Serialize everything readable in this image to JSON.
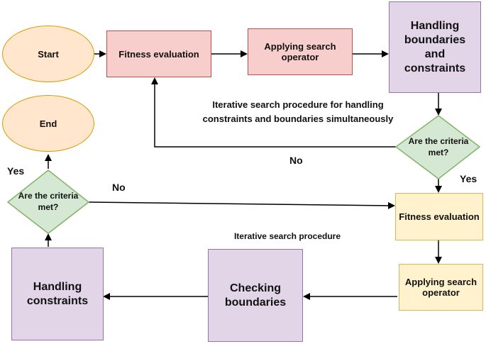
{
  "nodes": {
    "start": "Start",
    "end": "End",
    "fitness_top": "Fitness evaluation",
    "apply_top": "Applying search operator",
    "handling_bc": "Handling boundaries and constraints",
    "decision_right": "Are the criteria met?",
    "decision_left": "Are the criteria met?",
    "fitness_bottom": "Fitness evaluation",
    "apply_bottom": "Applying search operator",
    "checking_boundaries": "Checking boundaries",
    "handling_constraints": "Handling constraints"
  },
  "annotations": {
    "iterative_top": "Iterative search procedure for handling constraints and boundaries simultaneously",
    "iterative_bottom": "Iterative search procedure",
    "no_right": "No",
    "yes_right": "Yes",
    "no_left": "No",
    "yes_left": "Yes"
  },
  "colors": {
    "oval_fill": "#ffe6cc",
    "oval_stroke": "#d79b00",
    "red_fill": "#f8cecc",
    "red_stroke": "#b85450",
    "purple_fill": "#e1d5e7",
    "purple_stroke": "#9673a6",
    "yellow_fill": "#fff2cc",
    "yellow_stroke": "#d6b656",
    "green_fill": "#d5e8d4",
    "green_stroke": "#82b366"
  }
}
